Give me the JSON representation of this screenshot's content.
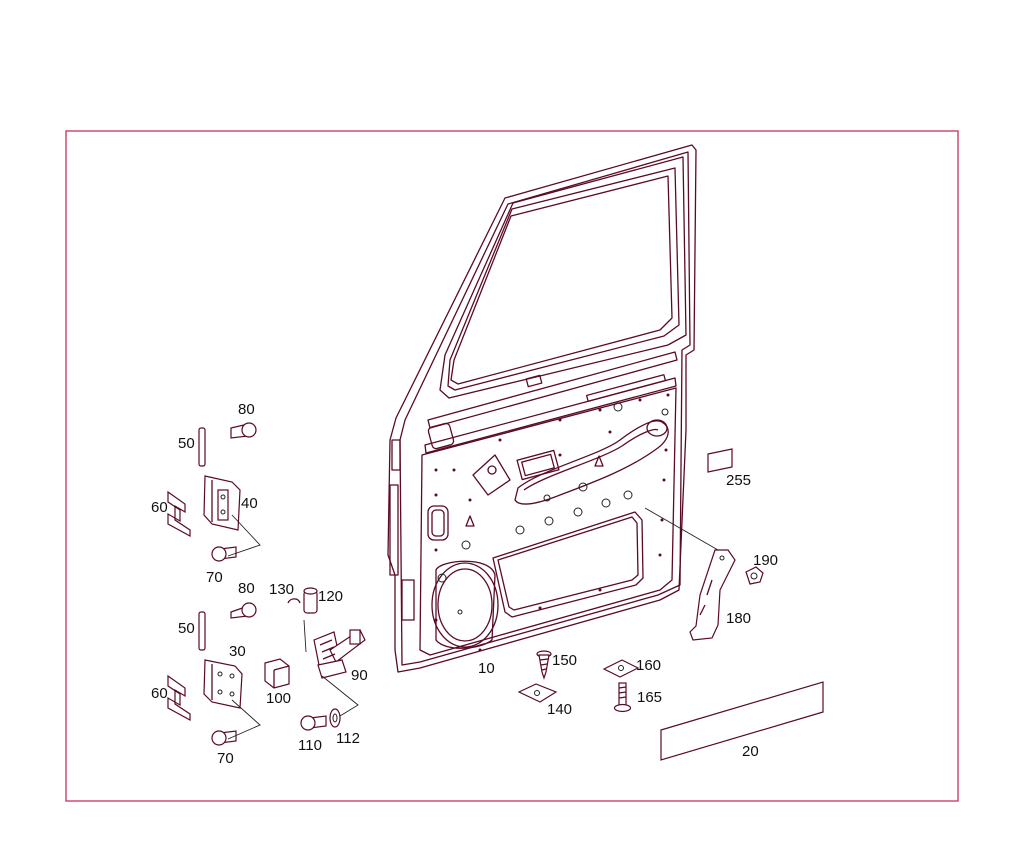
{
  "colors": {
    "frame": "#c8305a",
    "outline": "#5a0a28",
    "label": "#111111",
    "background": "#ffffff"
  },
  "parts": [
    {
      "id": "p10",
      "number": "10"
    },
    {
      "id": "p20",
      "number": "20"
    },
    {
      "id": "p30",
      "number": "30"
    },
    {
      "id": "p40",
      "number": "40"
    },
    {
      "id": "p50a",
      "number": "50"
    },
    {
      "id": "p50b",
      "number": "50"
    },
    {
      "id": "p60a",
      "number": "60"
    },
    {
      "id": "p60b",
      "number": "60"
    },
    {
      "id": "p70a",
      "number": "70"
    },
    {
      "id": "p70b",
      "number": "70"
    },
    {
      "id": "p80a",
      "number": "80"
    },
    {
      "id": "p80b",
      "number": "80"
    },
    {
      "id": "p90",
      "number": "90"
    },
    {
      "id": "p100",
      "number": "100"
    },
    {
      "id": "p110",
      "number": "110"
    },
    {
      "id": "p112",
      "number": "112"
    },
    {
      "id": "p120",
      "number": "120"
    },
    {
      "id": "p130",
      "number": "130"
    },
    {
      "id": "p140",
      "number": "140"
    },
    {
      "id": "p150",
      "number": "150"
    },
    {
      "id": "p160",
      "number": "160"
    },
    {
      "id": "p165",
      "number": "165"
    },
    {
      "id": "p180",
      "number": "180"
    },
    {
      "id": "p190",
      "number": "190"
    },
    {
      "id": "p255",
      "number": "255"
    }
  ]
}
